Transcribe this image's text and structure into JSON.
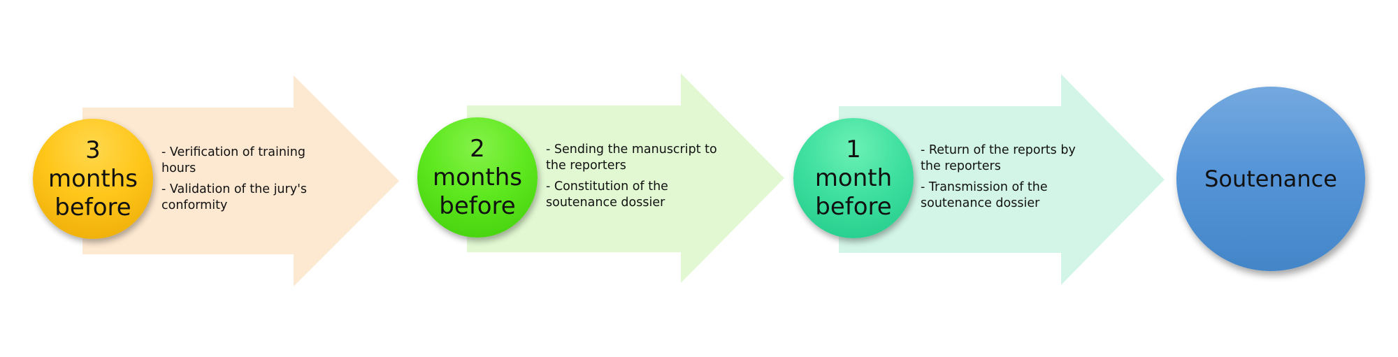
{
  "colors": {
    "arrow_1": "#fde8d1",
    "arrow_2": "#e1f8d2",
    "arrow_3": "#d3f5e7",
    "circle_1": "#ffc61a",
    "circle_2": "#5ee81f",
    "circle_3": "#3fe0a0",
    "circle_4": "#5695d8"
  },
  "stages": [
    {
      "label_lines": [
        "3",
        "months",
        "before"
      ],
      "bullets": [
        "- Verification of training hours",
        "- Validation of the jury's conformity"
      ]
    },
    {
      "label_lines": [
        "2",
        "months",
        "before"
      ],
      "bullets": [
        "- Sending the manuscript to the reporters",
        "- Constitution of the soutenance dossier"
      ]
    },
    {
      "label_lines": [
        "1",
        "month",
        "before"
      ],
      "bullets": [
        "- Return of the reports by the reporters",
        "- Transmission of the soutenance dossier"
      ]
    }
  ],
  "final": {
    "label": "Soutenance"
  }
}
